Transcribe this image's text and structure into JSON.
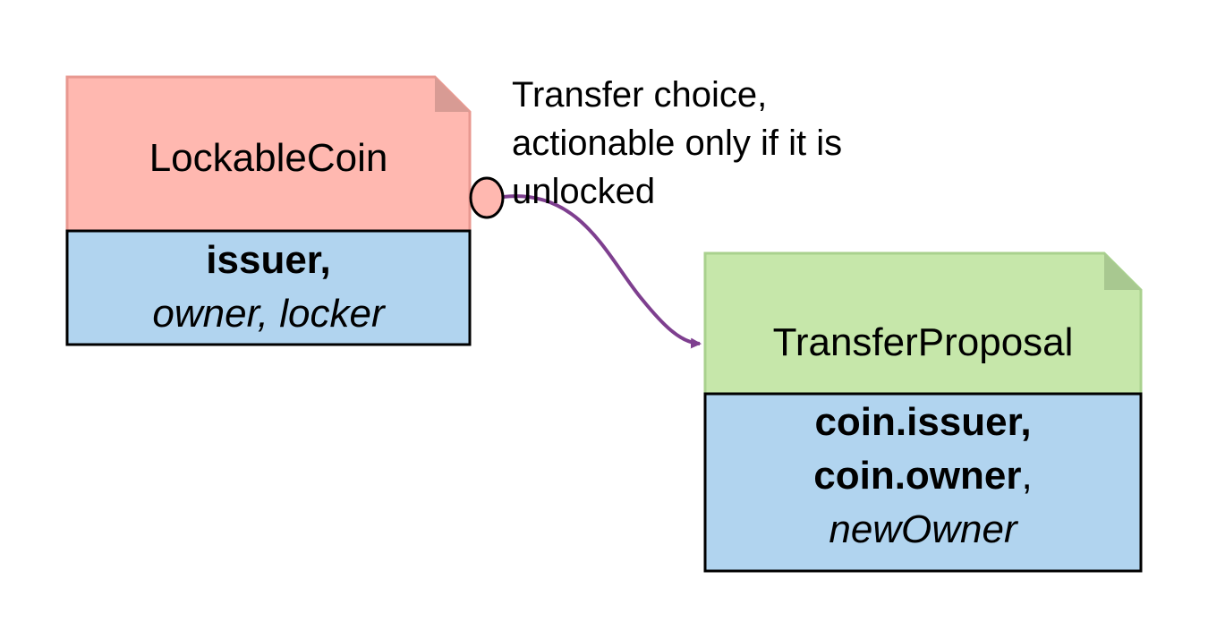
{
  "colors": {
    "lockable_header": "#ffb8b0",
    "lockable_header_border": "#e89890",
    "lockable_fold": "#d89b94",
    "proposal_header": "#c6e7aa",
    "proposal_header_border": "#a9d18e",
    "proposal_fold": "#a8c890",
    "party_box": "#b1d4ef",
    "arrow": "#7e3f8f",
    "outline": "#000000"
  },
  "lockable_coin": {
    "title": "LockableCoin",
    "signatory": "issuer,",
    "observers": "owner, locker"
  },
  "transfer_proposal": {
    "title": "TransferProposal",
    "line1": "coin.issuer,",
    "line2_bold": "coin.owner",
    "line2_plain": ",",
    "line3": "newOwner"
  },
  "choice": {
    "line1": "Transfer choice,",
    "line2": "actionable only if it is",
    "line3": "unlocked"
  }
}
